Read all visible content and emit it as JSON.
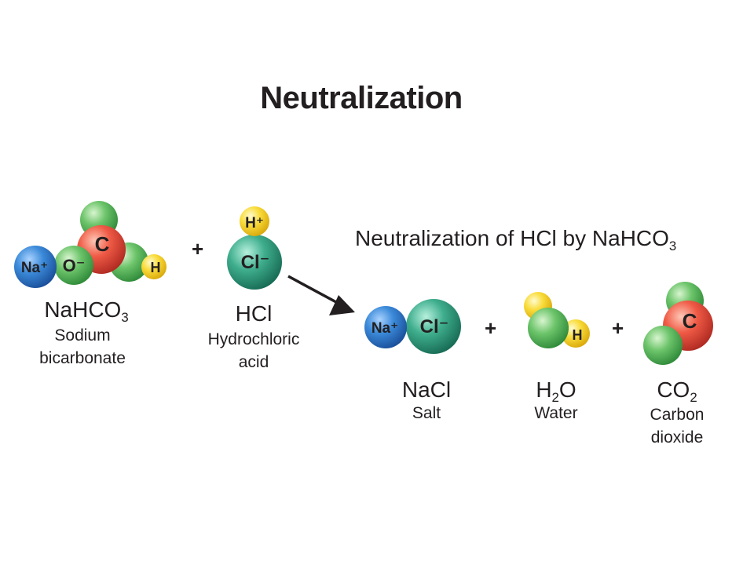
{
  "title": "Neutralization",
  "subtitle": {
    "main": "Neutralization of HCl by NaHCO",
    "sub": "3"
  },
  "plus_sign": "+",
  "colors": {
    "sodium_blue": "#2a79c9",
    "chlorine_teal": "#2a9a7c",
    "oxygen_green": "#5cbb5c",
    "carbon_red": "#e8473b",
    "hydrogen_yellow": "#f7d21c"
  },
  "reactants": {
    "sodium_bicarbonate": {
      "formula": {
        "main": "NaHCO",
        "sub": "3"
      },
      "name_line1": "Sodium",
      "name_line2": "bicarbonate",
      "atoms": {
        "na": "Na⁺",
        "o": "O⁻",
        "c": "C",
        "h": "H"
      }
    },
    "hydrochloric_acid": {
      "formula": "HCl",
      "name_line1": "Hydrochloric",
      "name_line2": "acid",
      "atoms": {
        "h": "H⁺",
        "cl": "Cl⁻"
      }
    }
  },
  "products": {
    "salt": {
      "formula": "NaCl",
      "name": "Salt",
      "atoms": {
        "na": "Na⁺",
        "cl": "Cl⁻"
      }
    },
    "water": {
      "formula": {
        "h": "H",
        "sub": "2",
        "o": "O"
      },
      "name": "Water",
      "atoms": {
        "h": "H"
      }
    },
    "carbon_dioxide": {
      "formula": {
        "main": "CO",
        "sub": "2"
      },
      "name_line1": "Carbon",
      "name_line2": "dioxide",
      "atoms": {
        "c": "C"
      }
    }
  }
}
